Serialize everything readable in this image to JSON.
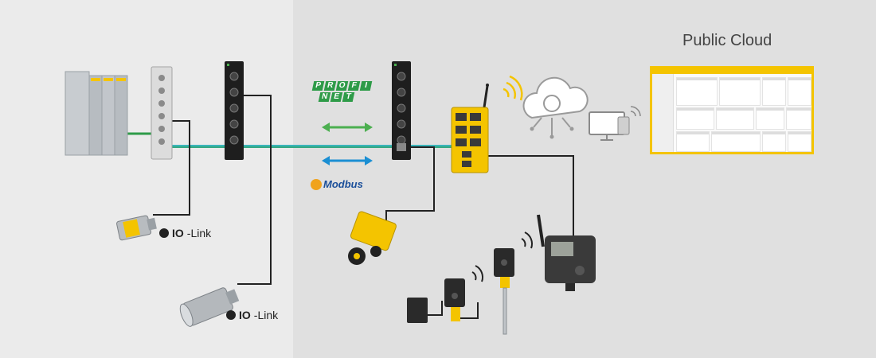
{
  "public_cloud": {
    "title": "Public Cloud"
  },
  "iolink_labels": [
    {
      "prefix": "IO",
      "suffix": "-Link"
    },
    {
      "prefix": "IO",
      "suffix": "-Link"
    }
  ],
  "profinet": {
    "row1": [
      "P",
      "R",
      "O",
      "F",
      "I"
    ],
    "row2": [
      "N",
      "E",
      "T"
    ]
  },
  "modbus": {
    "label": "Modbus"
  },
  "colors": {
    "ethernet_line": "#3ab5bb",
    "profinet_green": "#2e9b48",
    "modbus_blue": "#1b8fd3",
    "brand_yellow": "#f4c400",
    "cable_dark": "#222222"
  },
  "icons": [
    "wifi-signal-icon",
    "cloud-icon",
    "monitor-touch-icon"
  ]
}
